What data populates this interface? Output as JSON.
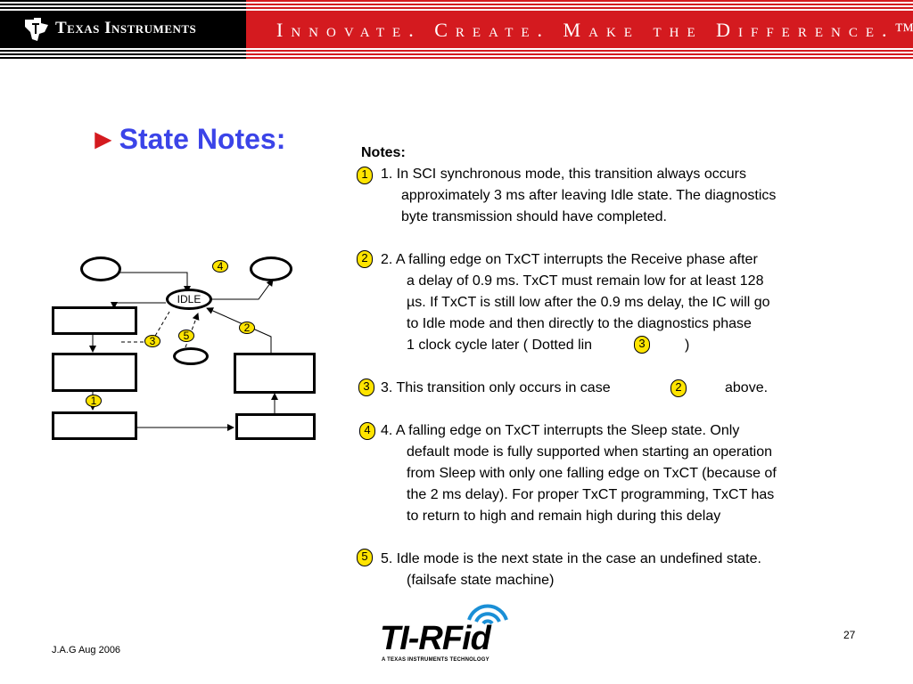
{
  "header": {
    "brand": "Texas Instruments",
    "tagline": "Innovate. Create. Make the Difference.™"
  },
  "slide": {
    "title_arrow": "►",
    "title": "State Notes:",
    "notes_heading": "Notes:",
    "notes": [
      {
        "badge": "1",
        "lines": [
          "1. In SCI synchronous mode, this transition always occurs",
          "approximately 3 ms after leaving Idle state.  The diagnostics",
          "byte transmission should have completed."
        ]
      },
      {
        "badge": "2",
        "lines": [
          "2.  A falling edge on TxCT interrupts the Receive phase after",
          "a delay of 0.9 ms.  TxCT must remain low for at least 128",
          "µs.  If TxCT is still low after the 0.9 ms delay, the IC will go",
          "to Idle mode and then directly to the diagnostics phase",
          "1 clock cycle later ( Dotted lin",
          ")"
        ],
        "inline_badge": "3"
      },
      {
        "badge": "3",
        "lines": [
          "3.  This transition only occurs in case",
          "above."
        ],
        "inline_badge": "2"
      },
      {
        "badge": "4",
        "lines": [
          "4.  A falling edge on TxCT interrupts the Sleep state.  Only",
          "default mode is fully supported when starting an operation",
          "from Sleep with only one falling edge on TxCT (because of",
          "the 2 ms delay).  For proper TxCT programming, TxCT has",
          "to return to high and remain high during this delay"
        ]
      },
      {
        "badge": "5",
        "lines": [
          "5.  Idle mode is the next state in the case an undefined state.",
          "(failsafe state machine)"
        ]
      }
    ]
  },
  "diagram": {
    "idle_label": "IDLE",
    "badges": [
      "4",
      "2",
      "3",
      "5",
      "1"
    ]
  },
  "footer": {
    "author_date": "J.A.G  Aug 2006",
    "page_number": "27",
    "logo_text": "TI-RFid",
    "logo_subtext": "A TEXAS INSTRUMENTS TECHNOLOGY"
  },
  "colors": {
    "header_red": "#d41a1f",
    "title_blue": "#3b44e8",
    "badge_yellow": "#ffe400"
  }
}
